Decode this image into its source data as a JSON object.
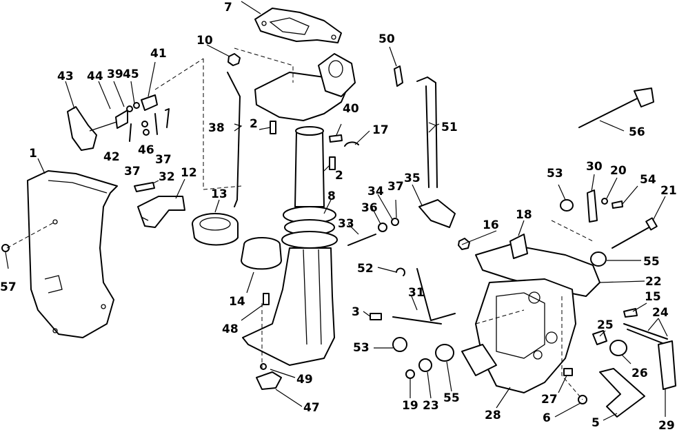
{
  "callouts": {
    "c1": "1",
    "c2a": "2",
    "c2b": "2",
    "c3": "3",
    "c5": "5",
    "c6": "6",
    "c7": "7",
    "c8": "8",
    "c10": "10",
    "c12": "12",
    "c13": "13",
    "c14": "14",
    "c15": "15",
    "c16": "16",
    "c17": "17",
    "c18": "18",
    "c19": "19",
    "c20": "20",
    "c21": "21",
    "c22": "22",
    "c23": "23",
    "c24": "24",
    "c25": "25",
    "c26": "26",
    "c27": "27",
    "c28": "28",
    "c29": "29",
    "c30": "30",
    "c31": "31",
    "c32": "32",
    "c33": "33",
    "c34": "34",
    "c35": "35",
    "c36": "36",
    "c37a": "37",
    "c37b": "37",
    "c37c": "37",
    "c38": "38",
    "c39": "39",
    "c40": "40",
    "c41": "41",
    "c42": "42",
    "c43": "43",
    "c44": "44",
    "c45": "45",
    "c46": "46",
    "c47": "47",
    "c48": "48",
    "c49": "49",
    "c50": "50",
    "c51": "51",
    "c52": "52",
    "c53a": "53",
    "c53b": "53",
    "c54": "54",
    "c55a": "55",
    "c55b": "55",
    "c56": "56",
    "c57": "57"
  }
}
